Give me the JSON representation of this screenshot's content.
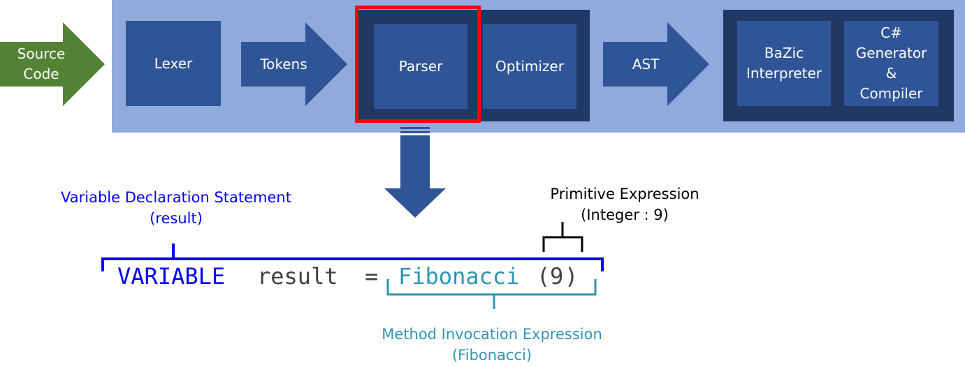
{
  "input_arrow": {
    "line1": "Source",
    "line2": "Code"
  },
  "pipeline": {
    "lexer": "Lexer",
    "tokens": "Tokens",
    "parser": "Parser",
    "optimizer": "Optimizer",
    "ast": "AST",
    "interpreter": {
      "line1": "BaZic",
      "line2": "Interpreter"
    },
    "generator": {
      "line1": "C#",
      "line2": "Generator",
      "line3": "&",
      "line4": "Compiler"
    }
  },
  "code": {
    "keyword": "VARIABLE",
    "identifier": "result",
    "operator": "=",
    "method": "Fibonacci",
    "open_paren": "(",
    "argument": "9",
    "close_paren": ")"
  },
  "annotations": {
    "variable_declaration": {
      "line1": "Variable Declaration Statement",
      "line2": "(result)"
    },
    "primitive_expression": {
      "line1": "Primitive Expression",
      "line2": "(Integer : 9)"
    },
    "method_invocation": {
      "line1": "Method Invocation Expression",
      "line2": "(Fibonacci)"
    }
  },
  "colors": {
    "background_band": "#8faadc",
    "box": "#2f5597",
    "dark_group": "#203864",
    "highlight": "#ff0000",
    "input_arrow": "#548235",
    "code_keyword": "#0000ff",
    "code_text": "#404040",
    "code_method": "#2e95b3",
    "annotation_black": "#000000"
  }
}
